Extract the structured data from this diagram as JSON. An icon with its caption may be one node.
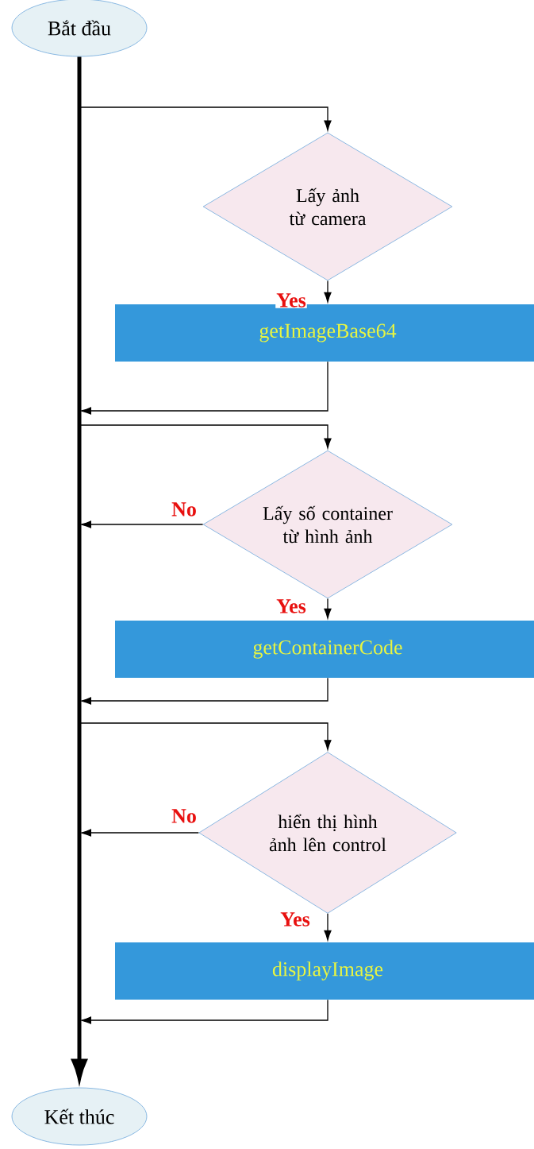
{
  "diagram": {
    "nodes": [
      {
        "text": [
          "Bắt đầu"
        ]
      },
      {
        "text": [
          "Lấy ảnh từ camera"
        ]
      },
      {
        "text": [
          "getImageBase64"
        ]
      },
      {
        "text": [
          "Lấy số container từ hình ảnh"
        ]
      },
      {
        "text": [
          "getContainerCode"
        ]
      },
      {
        "text": [
          "hiển thị hình ảnh lên control"
        ]
      },
      {
        "text": [
          "displayImage"
        ]
      },
      {
        "text": [
          "Kết thúc"
        ]
      }
    ],
    "edges": [
      {
        "from": 0,
        "to": 7,
        "arrow": "to",
        "style": "thick"
      },
      {
        "from": null,
        "to": 1,
        "arrow": "to"
      },
      {
        "from": 1,
        "to": 2,
        "arrow": "to",
        "label": "Yes"
      },
      {
        "from": 2,
        "to": null,
        "arrow": "to"
      },
      {
        "from": null,
        "to": 3,
        "arrow": "to"
      },
      {
        "from": 3,
        "to": 4,
        "arrow": "to",
        "label": "Yes"
      },
      {
        "from": 3,
        "to": null,
        "arrow": "to",
        "label": "No"
      },
      {
        "from": 4,
        "to": null,
        "arrow": "to"
      },
      {
        "from": null,
        "to": 5,
        "arrow": "to"
      },
      {
        "from": 5,
        "to": 6,
        "arrow": "to",
        "label": "Yes"
      },
      {
        "from": 5,
        "to": null,
        "arrow": "to",
        "label": "No"
      },
      {
        "from": 6,
        "to": null,
        "arrow": "to"
      }
    ]
  }
}
